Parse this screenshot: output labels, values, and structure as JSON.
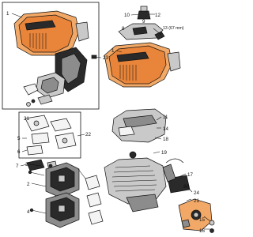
{
  "diagram": {
    "callouts": {
      "c1": "1",
      "c2": "2",
      "c3": "3",
      "c4": "4",
      "c5": "5",
      "c6": "6",
      "c7": "7",
      "c8": "8",
      "c9": "9",
      "c10": "10",
      "c11": "11",
      "c12": "12",
      "c13": "13 (67 mm)",
      "c14": "14",
      "c15": "15",
      "c16": "16",
      "c17": "17",
      "c18": "18",
      "c19": "19",
      "c20": "20",
      "c21": "21",
      "c22": "22",
      "c23": "23",
      "c24": "24"
    },
    "colors": {
      "accent_orange": "#e9853a",
      "part_grey": "#c9c9c9",
      "line": "#111111"
    }
  }
}
